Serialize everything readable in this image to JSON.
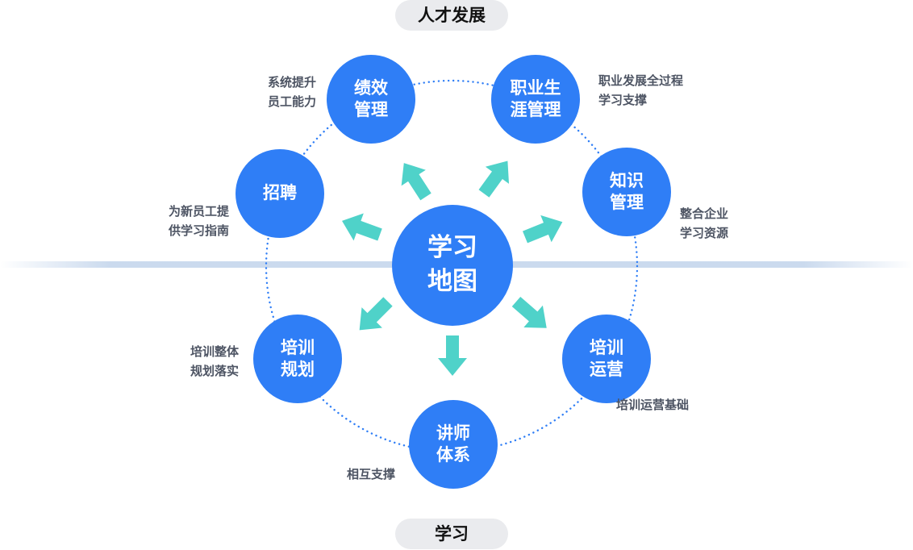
{
  "header_pill": "人才发展",
  "footer_pill": "学习",
  "colors": {
    "node": "#2f7ef6",
    "arrow": "#4fd2c9",
    "ring": "#2f7ef6",
    "band": "#c5d6ec",
    "pill_bg": "#eaebee",
    "note_text": "#4d5463"
  },
  "center": {
    "line1": "学习",
    "line2": "地图"
  },
  "nodes": {
    "performance": {
      "line1": "绩效",
      "line2": "管理",
      "note1": "系统提升",
      "note2": "员工能力"
    },
    "career": {
      "line1": "职业生",
      "line2": "涯管理",
      "note1": "职业发展全过程",
      "note2": "学习支撑"
    },
    "recruit": {
      "line1": "招聘",
      "note1": "为新员工提",
      "note2": "供学习指南"
    },
    "knowledge": {
      "line1": "知识",
      "line2": "管理",
      "note1": "整合企业",
      "note2": "学习资源"
    },
    "training_plan": {
      "line1": "培训",
      "line2": "规划",
      "note1": "培训整体",
      "note2": "规划落实"
    },
    "training_ops": {
      "line1": "培训",
      "line2": "运营",
      "note1": "培训运营基础"
    },
    "lecturer": {
      "line1": "讲师",
      "line2": "体系",
      "note1": "相互支撑"
    }
  }
}
